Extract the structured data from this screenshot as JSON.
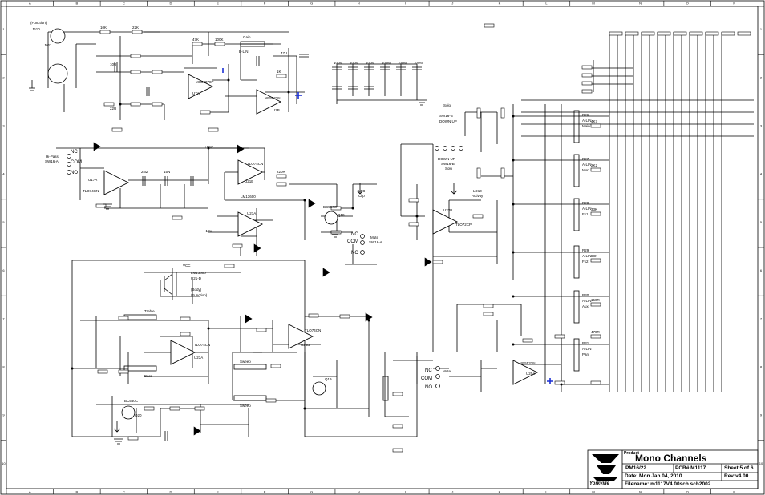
{
  "border": {
    "columns": [
      "A",
      "B",
      "C",
      "D",
      "E",
      "F",
      "G",
      "H",
      "I",
      "J",
      "K",
      "L",
      "M",
      "N",
      "O",
      "P"
    ],
    "rows": [
      "1",
      "2",
      "3",
      "4",
      "5",
      "6",
      "7",
      "8",
      "9",
      "10"
    ]
  },
  "title_block": {
    "product_label": "Product",
    "product": "Mono Channels",
    "model": "PM16/22",
    "pcb": "PCB# M1117",
    "sheet": "Sheet 5 of 6",
    "date": "Date: Mon Jan 04, 2010",
    "rev": "Rev:v4.00",
    "filename": "Filename: m1117V4.00sch.sch2002",
    "logo_text": "Yorkville"
  },
  "input": {
    "xlr": "J610",
    "function_label": "(Function)",
    "jack": "J611",
    "hipass_label": "Hi-Pass",
    "hipass_switch": "SW16-A",
    "nc": "NC",
    "no": "NO",
    "com": "COM"
  },
  "opamps": [
    {
      "ref": "U7A",
      "type": "MC33078P"
    },
    {
      "ref": "U7B",
      "type": "NE5532N"
    },
    {
      "ref": "U17A",
      "type": "TLO74CN"
    },
    {
      "ref": "U21B",
      "type": "LM13600"
    },
    {
      "ref": "U21A",
      "type": "TLO74CN"
    },
    {
      "ref": "U23A",
      "type": "TLO74CN"
    },
    {
      "ref": "U23B",
      "type": "TLO74CN"
    },
    {
      "ref": "U22B",
      "type": "TLO72CP"
    },
    {
      "ref": "U20A",
      "type": "NE5532N"
    }
  ],
  "gain": {
    "label": "Gain",
    "pot": "B-LIN"
  },
  "eq": {
    "treble": "Treble",
    "bass": "Bass",
    "sweep": "Sweep",
    "mid": "Sweep"
  },
  "leds": {
    "clip": "Clip",
    "activity": "Activity",
    "clip_led": "LD8",
    "act_led": "LD10"
  },
  "mute": {
    "label": "Mute",
    "switch": "SW16-A",
    "nc": "NC",
    "no": "NO",
    "com": "COM"
  },
  "solo": {
    "label": "Solo",
    "switch": "SW16-B",
    "down_up": "DOWN UP"
  },
  "transistors": [
    "BC550C",
    "Q18",
    "Q19",
    "Q20",
    "BC550C"
  ],
  "ic_note": [
    "LM13600",
    "U21-D",
    "(Body)",
    "(Function)"
  ],
  "sends": [
    {
      "ref": "R26",
      "pot": "A-LIN",
      "name": "Main"
    },
    {
      "ref": "R27",
      "pot": "A-LIN",
      "name": "Mon"
    },
    {
      "ref": "R28",
      "pot": "A-LIN",
      "name": "Fx1"
    },
    {
      "ref": "R29",
      "pot": "A-LIN",
      "name": "Fx2"
    },
    {
      "ref": "R30",
      "pot": "A-LIN",
      "name": "Aux"
    },
    {
      "ref": "R31",
      "pot": "A-LIN",
      "name": "Pan"
    }
  ],
  "power": {
    "pos": "+15V",
    "neg": "-15V",
    "vref": "VCC"
  },
  "caps": [
    "100N",
    "100N",
    "100N",
    "100N",
    "100N",
    "100N",
    "10U",
    "22U",
    "47U",
    "2N2",
    "15N"
  ],
  "resistors": [
    "10K",
    "22K",
    "47K",
    "100K",
    "1K",
    "220R",
    "4K7",
    "2K2",
    "33K",
    "68K",
    "150R",
    "470R"
  ]
}
